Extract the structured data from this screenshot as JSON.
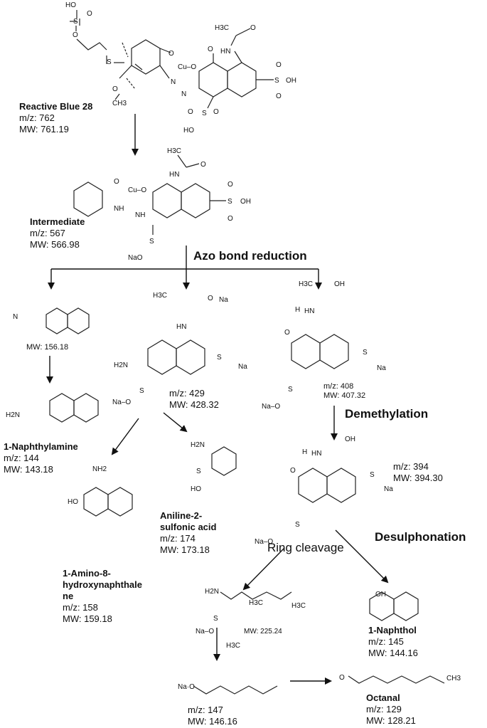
{
  "nodes": {
    "rb28": {
      "name": "Reactive Blue 28",
      "mz": "m/z: 762",
      "mw": "MW: 761.19"
    },
    "intermediate": {
      "name": "Intermediate",
      "mz": "m/z: 567",
      "mw": "MW: 566.98"
    },
    "azo_fragment": {
      "mw": "MW: 156.18"
    },
    "naphthylamine": {
      "name": "1-Naphthylamine",
      "mz": "m/z: 144",
      "mw": "MW: 143.18"
    },
    "center_frag": {
      "mz": "m/z: 429",
      "mw": "MW: 428.32"
    },
    "right_frag": {
      "mz": "m/z: 408",
      "mw": "MW: 407.32"
    },
    "aminohydroxy": {
      "name_line1": "1-Amino-8-",
      "name_line2": "hydroxynaphthale",
      "name_line3": "ne",
      "mz": "m/z: 158",
      "mw": "MW: 159.18"
    },
    "aniline_sulfonic": {
      "name_line1": "Aniline-2-",
      "name_line2": "sulfonic acid",
      "mz": "m/z: 174",
      "mw": "MW: 173.18"
    },
    "demethyl_product": {
      "mz": "m/z: 394",
      "mw": "MW: 394.30"
    },
    "ring_product": {
      "mw": "MW: 225.24"
    },
    "naphthol": {
      "name": "1-Naphthol",
      "mz": "m/z: 145",
      "mw": "MW: 144.16"
    },
    "na_chain": {
      "mz": "m/z: 147",
      "mw": "MW: 146.16"
    },
    "octanal": {
      "name": "Octanal",
      "mz": "m/z: 129",
      "mw": "MW: 128.21"
    }
  },
  "steps": {
    "azo": "Azo bond reduction",
    "demethylation": "Demethylation",
    "desulphonation": "Desulphonation",
    "ring_cleavage": "Ring cleavage"
  },
  "atoms": {
    "HO": "HO",
    "OH": "OH",
    "H3C": "H3C",
    "CH3": "CH3",
    "NH": "NH",
    "HN": "HN",
    "H2N": "H2N",
    "NH2": "NH2",
    "O": "O",
    "S": "S",
    "Na": "Na",
    "NaO": "NaO",
    "Na_O": "Na–O",
    "CuO": "Cu–O",
    "Cu": "Cu",
    "N": "N",
    "H": "H",
    "NaDotO": "Na·O"
  }
}
